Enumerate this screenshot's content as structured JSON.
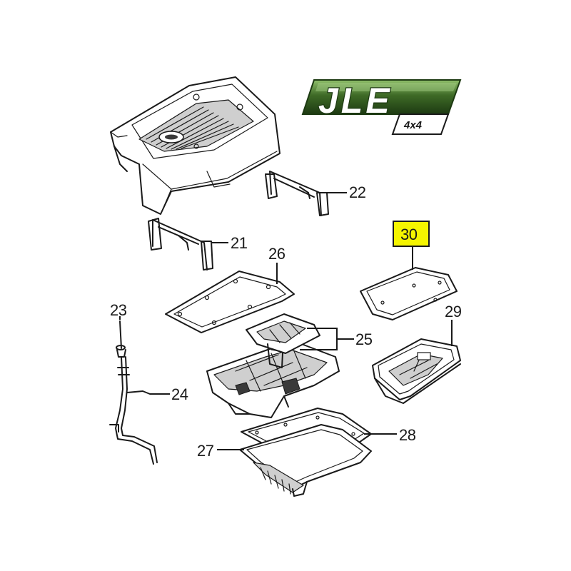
{
  "logo": {
    "brand": "JLE",
    "subtitle": "4x4",
    "colors": {
      "primary": "#3e6a26",
      "dark": "#1d3a12",
      "light": "#7aa85a"
    }
  },
  "callouts": [
    {
      "id": "21",
      "label": "21",
      "highlighted": false
    },
    {
      "id": "22",
      "label": "22",
      "highlighted": false
    },
    {
      "id": "23",
      "label": "23",
      "highlighted": false
    },
    {
      "id": "24",
      "label": "24",
      "highlighted": false
    },
    {
      "id": "25",
      "label": "25",
      "highlighted": false
    },
    {
      "id": "26",
      "label": "26",
      "highlighted": false
    },
    {
      "id": "27",
      "label": "27",
      "highlighted": false
    },
    {
      "id": "28",
      "label": "28",
      "highlighted": false
    },
    {
      "id": "29",
      "label": "29",
      "highlighted": false
    },
    {
      "id": "30",
      "label": "30",
      "highlighted": true
    }
  ],
  "highlight": {
    "fill": "#f5f500",
    "stroke": "#1a1a1a"
  }
}
